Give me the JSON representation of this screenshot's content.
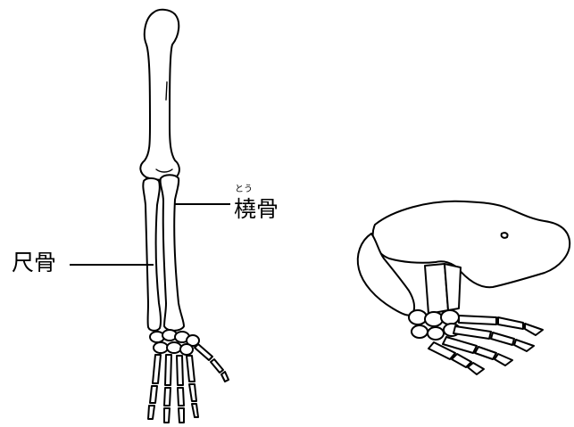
{
  "labels": {
    "radius": {
      "text": "橈骨",
      "reading": "とう"
    },
    "ulna": {
      "text": "尺骨"
    }
  },
  "figures": {
    "left": "human-arm-skeleton",
    "right": "animal-limb-skeleton"
  },
  "colors": {
    "line": "#000000",
    "background": "#ffffff"
  }
}
